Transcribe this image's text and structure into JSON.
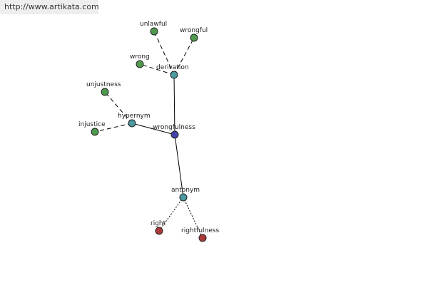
{
  "header": {
    "url": "http://www.artikata.com"
  },
  "graph": {
    "colors": {
      "center": "#4444aa",
      "relation": "#4a9aa0",
      "related_word": "#4f9a4f",
      "antonym_word": "#aa3a3a",
      "edge": "#000000"
    },
    "nodes": [
      {
        "id": "wrongfulness",
        "label": "wrongfulness",
        "kind": "center"
      },
      {
        "id": "derivation",
        "label": "derivation",
        "kind": "relation"
      },
      {
        "id": "hypernym",
        "label": "hypernym",
        "kind": "relation"
      },
      {
        "id": "antonym",
        "label": "antonym",
        "kind": "relation"
      },
      {
        "id": "unlawful",
        "label": "unlawful",
        "kind": "related_word"
      },
      {
        "id": "wrongful",
        "label": "wrongful",
        "kind": "related_word"
      },
      {
        "id": "wrong",
        "label": "wrong",
        "kind": "related_word"
      },
      {
        "id": "unjustness",
        "label": "unjustness",
        "kind": "related_word"
      },
      {
        "id": "injustice",
        "label": "injustice",
        "kind": "related_word"
      },
      {
        "id": "right",
        "label": "right",
        "kind": "antonym_word"
      },
      {
        "id": "rightfulness",
        "label": "rightfulness",
        "kind": "antonym_word"
      }
    ],
    "edges": [
      {
        "from": "wrongfulness",
        "to": "derivation",
        "style": "solid"
      },
      {
        "from": "wrongfulness",
        "to": "hypernym",
        "style": "solid"
      },
      {
        "from": "wrongfulness",
        "to": "antonym",
        "style": "solid"
      },
      {
        "from": "derivation",
        "to": "unlawful",
        "style": "dashed"
      },
      {
        "from": "derivation",
        "to": "wrongful",
        "style": "dashed"
      },
      {
        "from": "derivation",
        "to": "wrong",
        "style": "dashed"
      },
      {
        "from": "hypernym",
        "to": "unjustness",
        "style": "dashed"
      },
      {
        "from": "hypernym",
        "to": "injustice",
        "style": "dashed"
      },
      {
        "from": "antonym",
        "to": "right",
        "style": "dotted"
      },
      {
        "from": "antonym",
        "to": "rightfulness",
        "style": "dotted"
      }
    ]
  }
}
